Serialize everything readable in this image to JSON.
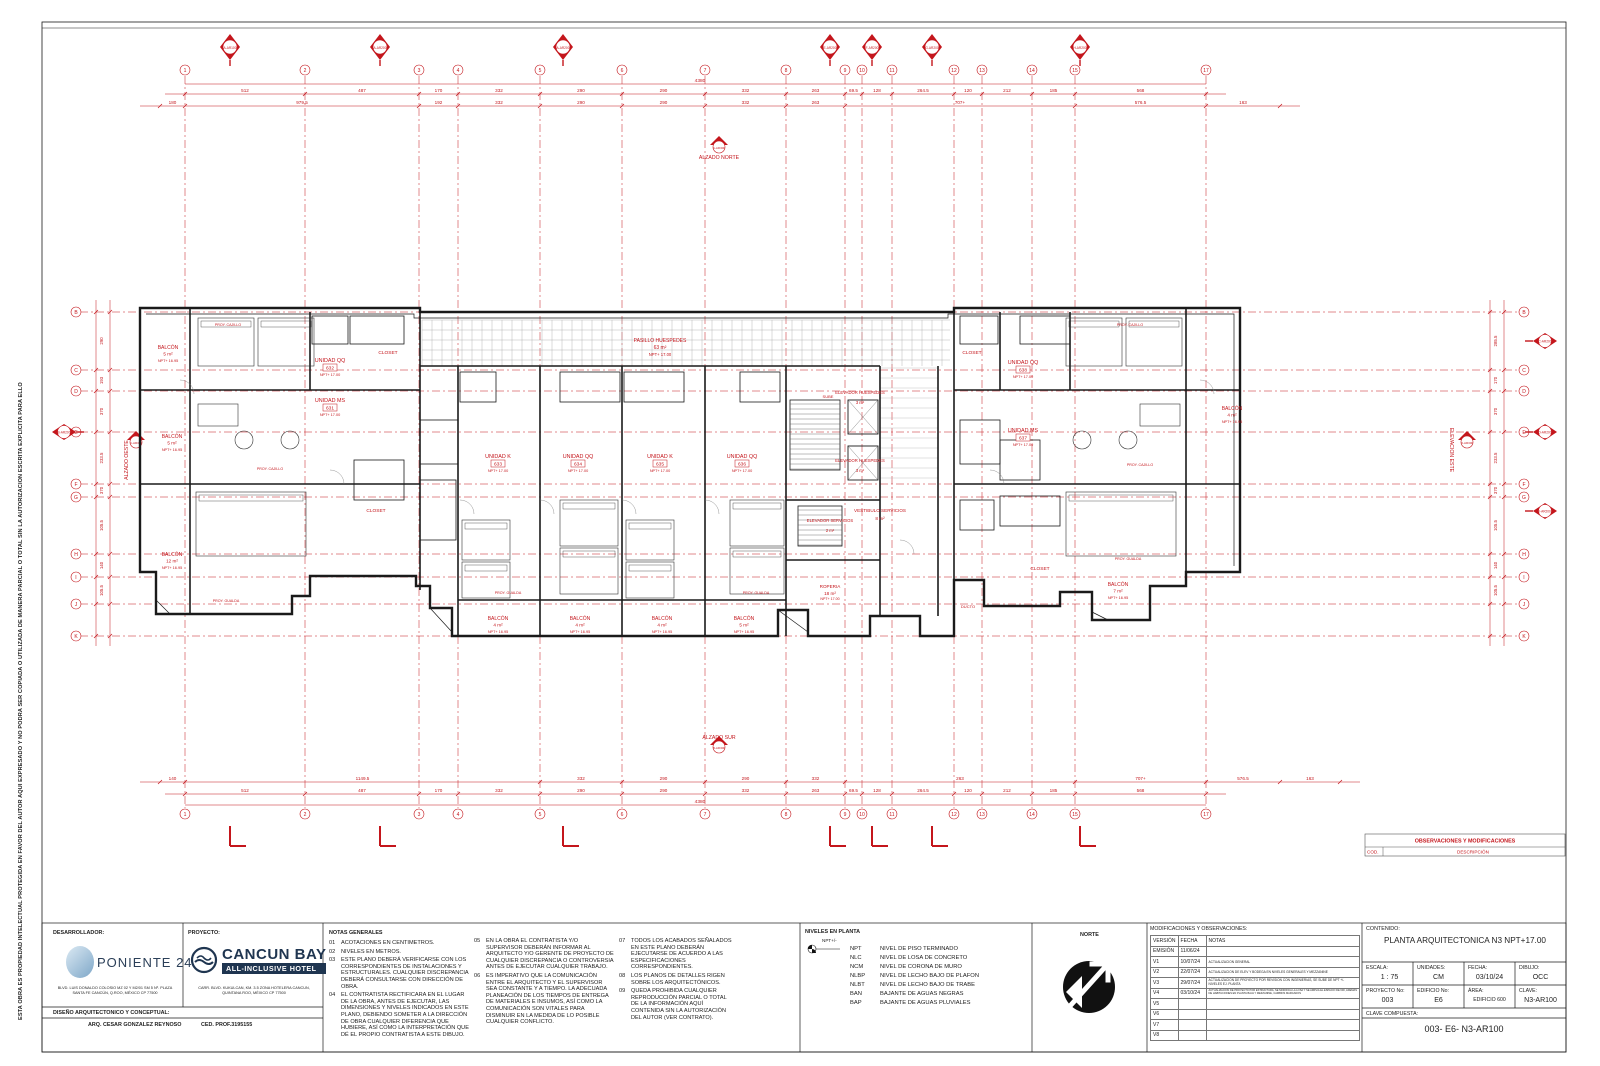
{
  "sheet": {
    "side_note": "ESTA OBRA ES PROPIEDAD INTELECTUAL PROTEGIDA EN FAVOR DEL AUTOR AQUI EXPRESADO Y NO PODRA SER COPIADA O UTILIZADA DE MANERA PARCIAL O TOTAL SIN LA AUTORIZACION ESCRITA EXPLICITA PARA ELLO",
    "accent_color": "#c4161c",
    "line_color": "#1a1a1a"
  },
  "grid": {
    "columns": [
      "1",
      "2",
      "3",
      "4",
      "5",
      "6",
      "7",
      "8",
      "9",
      "10",
      "11",
      "12",
      "13",
      "14",
      "15",
      "17"
    ],
    "rows": [
      "B",
      "C",
      "D",
      "E",
      "F",
      "G",
      "H",
      "I",
      "J",
      "K"
    ],
    "top_dims_row1": [
      "512",
      "487",
      "170",
      "332",
      "290",
      "290",
      "332",
      "263",
      "69.5",
      "128",
      "264.5",
      "120",
      "212",
      "185",
      "568"
    ],
    "top_dims_row2": [
      "180",
      "979.5",
      "192",
      "332",
      "290",
      "290",
      "332",
      "263",
      "707+",
      "576.5",
      "163"
    ],
    "overall_dim": "4380",
    "bottom_dims_row1": [
      "140",
      "1149.5",
      "332",
      "290",
      "290",
      "332",
      "263",
      "707+",
      "576.5",
      "163"
    ],
    "bottom_dims_row2": [
      "512",
      "487",
      "170",
      "332",
      "290",
      "290",
      "332",
      "263",
      "69.5",
      "128",
      "264.5",
      "120",
      "212",
      "185",
      "568"
    ],
    "left_dims": [
      "290",
      "193",
      "370",
      "233.5",
      "370",
      "105.5",
      "140",
      "105.5"
    ],
    "right_dims": [
      "285.5",
      "170",
      "370",
      "233.5",
      "370",
      "105.5",
      "140",
      "105.5"
    ]
  },
  "section_markers": {
    "top": [
      "A-AR100",
      "A-AR200",
      "A-AR200",
      "E-AR200",
      "F-AR200",
      "G-AR200",
      "H-AR200"
    ],
    "left": [
      "B-AR200"
    ],
    "right": [
      "C-AR200",
      "D-AR200",
      "I-AR200"
    ]
  },
  "elevations": {
    "north": "ALZADO NORTE",
    "south": "ALZADO SUR",
    "west": "ALZADO OESTE",
    "east": "ELEVACION ESTE",
    "north_ref": "A-AR300",
    "south_ref": "B-AR300",
    "west_ref": "C-AR300",
    "east_ref": "D-AR300"
  },
  "rooms": {
    "pasillo": "PASILLO HUESPEDES",
    "pasillo_area": "63 m²",
    "npt": "NPT+ 17.00",
    "npt_balcon": "NPT+ 16.95",
    "unit_qq_632": "UNIDAD QQ",
    "unit_qq_632_num": "632",
    "unit_ms_631": "UNIDAD MS",
    "unit_ms_631_num": "631",
    "unit_k_633": "UNIDAD K",
    "unit_k_633_num": "633",
    "unit_qq_634": "UNIDAD QQ",
    "unit_qq_634_num": "634",
    "unit_k_635": "UNIDAD K",
    "unit_k_635_num": "635",
    "unit_qq_636": "UNIDAD QQ",
    "unit_qq_636_num": "636",
    "unit_qq_638": "UNIDAD QQ",
    "unit_qq_638_num": "638",
    "unit_ms_637": "UNIDAD MS",
    "unit_ms_637_num": "637",
    "balcon": "BALCÓN",
    "balcon_5": "5 m²",
    "balcon_12": "12 m²",
    "balcon_4": "4 m²",
    "balcon_7": "7 m²",
    "closet": "CLOSET",
    "elevador_h": "ELEVADOR HUESPEDES",
    "elevador_s": "ELEVADOR SERVICIOS",
    "area_2": "2 m²",
    "area_3": "3 m²",
    "vestibulo": "VESTIBULO SERVICIOS",
    "vestibulo_area": "8 m²",
    "roperia": "ROPERIA",
    "roperia_area": "18 m²",
    "sube": "SUBE",
    "ducto": "DUCTO",
    "proy_cajillo": "PROY. CAJILLO",
    "proy_gualda": "PROY. GUALDA"
  },
  "title_block": {
    "obs_title": "OBSERVACIONES Y MODIFICACIONES",
    "obs_cod": "COD.",
    "obs_desc": "DESCRIPCIÓN",
    "desarrollador_label": "DESARROLLADOR:",
    "desarrollador_logo": "PONIENTE 24",
    "desarrollador_addr": "BLVD. LUIS DONALDO COLOSIO MZ 02 Y M2/01 SM 5 Nº. PLAZA SANTA FE CANCÚN, Q.ROO, MÉXICO CP 77500",
    "proyecto_label": "PROYECTO:",
    "proyecto_logo": "CANCUN BAY",
    "proyecto_sub": "ALL-INCLUSIVE HOTEL",
    "proyecto_addr": "CARR. BLVD. KUKULCAN, KM. 3.5 ZONA HOTELERA CANCUN, QUINTANA ROO, MÉXICO CP 77500",
    "diseno_label": "DISEÑO ARQUITECTONICO Y CONCEPTUAL:",
    "arquitecto": "ARQ. CESAR GONZALEZ REYNOSO",
    "cedula": "CED. PROF.3195155",
    "notas_title": "NOTAS GENERALES",
    "notas": [
      {
        "n": "01",
        "t": "ACOTACIONES EN CENTIMETROS."
      },
      {
        "n": "02",
        "t": "NIVELES EN METROS."
      },
      {
        "n": "03",
        "t": "ESTE PLANO DEBERÁ VERIFICARSE CON LOS CORRESPONDIENTES DE INSTALACIONES Y ESTRUCTURALES. CUALQUIER DISCREPANCIA DEBERÁ CONSULTARSE CON DIRECCIÓN DE OBRA."
      },
      {
        "n": "04",
        "t": "EL CONTRATISTA RECTIFICARA EN EL LUGAR DE LA OBRA, ANTES DE EJECUTAR, LAS DIMENSIONES Y NIVELES INDICADOS EN ESTE PLANO, DEBIENDO SOMETER A LA DIRECCIÓN DE OBRA CUALQUIER DIFERENCIA QUE HUBIERE, ASÍ COMO LA INTERPRETACIÓN QUE DÉ EL PROPIO CONTRATISTA A ESTE DIBUJO."
      },
      {
        "n": "05",
        "t": "EN LA OBRA EL CONTRATISTA Y/O SUPERVISOR DEBERÁN INFORMAR AL ARQUITECTO Y/O GERENTE DE PROYECTO DE CUALQUIER DISCREPANCIA O CONTROVERSIA ANTES DE EJECUTAR CUALQUIER TRABAJO."
      },
      {
        "n": "06",
        "t": "ES IMPERATIVO QUE LA COMUNICACIÓN ENTRE EL ARQUITECTO Y EL SUPERVISOR SEA CONSTANTE Y A TIEMPO. LA ADECUADA PLANEACIÓN DE LOS TIEMPOS DE ENTREGA DE MATERIALES E INSUMOS, ASÍ COMO LA COMUNICACIÓN SON VITALES PARA DISMINUIR EN LA MEDIDA DE LO POSIBLE CUALQUIER CONFLICTO."
      },
      {
        "n": "07",
        "t": "TODOS LOS ACABADOS SEÑALADOS EN ESTE PLANO DEBERÁN EJECUTARSE DE ACUERDO A LAS ESPECIFICACIONES CORRESPONDIENTES."
      },
      {
        "n": "08",
        "t": "LOS PLANOS DE DETALLES RIGEN SOBRE LOS ARQUITECTÓNICOS."
      },
      {
        "n": "09",
        "t": "QUEDA PROHIBIDA CUALQUIER REPRODUCCIÓN PARCIAL O TOTAL DE LA INFORMACIÓN AQUÍ CONTENIDA SIN LA AUTORIZACIÓN DEL AUTOR (VER CONTRATO)."
      }
    ],
    "niveles_title": "NIVELES EN PLANTA",
    "niveles_symbol": "NPT+/-",
    "niveles": [
      {
        "k": "NPT",
        "v": "NIVEL DE PISO TERMINADO"
      },
      {
        "k": "NLC",
        "v": "NIVEL DE LOSA DE CONCRETO"
      },
      {
        "k": "NCM",
        "v": "NIVEL DE CORONA DE MURO"
      },
      {
        "k": "NLBP",
        "v": "NIVEL DE LECHO BAJO DE PLAFON"
      },
      {
        "k": "NLBT",
        "v": "NIVEL DE LECHO BAJO DE TRABE"
      },
      {
        "k": "BAN",
        "v": "BAJANTE DE AGUAS NEGRAS"
      },
      {
        "k": "BAP",
        "v": "BAJANTE DE AGUAS PLUVIALES"
      }
    ],
    "norte_label": "NORTE",
    "mods_title": "MODIFICACIONES Y OBSERVACIONES:",
    "mods_header": [
      "VERSIÓN",
      "FECHA",
      "NOTAS"
    ],
    "mods": [
      {
        "v": "EMISIÓN",
        "f": "11/06/24",
        "n": ""
      },
      {
        "v": "V1",
        "f": "10/07/24",
        "n": "ACTUALIZACION GENERAL"
      },
      {
        "v": "V2",
        "f": "22/07/24",
        "n": "ACTUALIZACION DE ELEV Y BODEGA EN NIVELES GENERALES Y MEZZANINE"
      },
      {
        "v": "V3",
        "f": "29/07/24",
        "n": "ACTUALIZACION DE PROYECTO POR REVISION CON INGENIERIAS, SE SUBE DE NPT +/- NIVELES EJ. PLANTA"
      },
      {
        "v": "V4",
        "f": "03/10/24",
        "n": "ACTUALIZACION DE PROYECTO POR ESTRUCTURA, SE MODIFICA LA LOSA Y SE AMPLIA EL ESPACIO DE 600, ADEMAS DE HABITACIONES EN PLANTA BAJA Y MEZZANINE, CAMBIOS MARCADOS"
      },
      {
        "v": "V5",
        "f": "",
        "n": ""
      },
      {
        "v": "V6",
        "f": "",
        "n": ""
      },
      {
        "v": "V7",
        "f": "",
        "n": ""
      },
      {
        "v": "V8",
        "f": "",
        "n": ""
      }
    ],
    "contenido_label": "CONTENIDO:",
    "contenido": "PLANTA ARQUITECTONICA N3 NPT+17.00",
    "escala_label": "ESCALA:",
    "escala": "1 : 75",
    "unidades_label": "UNIDADES:",
    "unidades": "CM",
    "fecha_label": "FECHA:",
    "fecha": "03/10/24",
    "dibujo_label": "DIBUJO:",
    "dibujo": "OCC",
    "proyecto_no_label": "PROYECTO No:",
    "proyecto_no": "003",
    "edificio_label": "EDIFICIO No:",
    "edificio": "E6",
    "area_label": "ÁREA:",
    "area": "EDIFICIO 600",
    "clave_label": "CLAVE:",
    "clave": "N3-AR100",
    "clave_comp_label": "CLAVE COMPUESTA:",
    "clave_comp": "003- E6- N3-AR100"
  }
}
